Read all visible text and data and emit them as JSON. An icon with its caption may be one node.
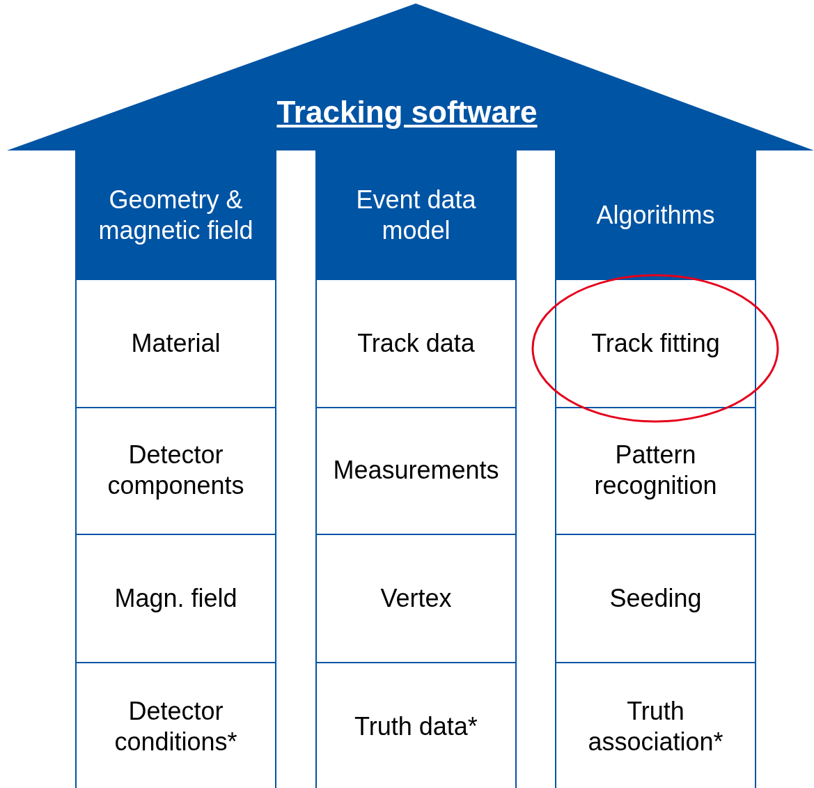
{
  "diagram": {
    "nodes": [
      {
        "text": [
          "Tracking software"
        ]
      },
      {
        "text": [
          "Geometry & magnetic field"
        ]
      },
      {
        "text": [
          "Material"
        ],
        "in": 1
      },
      {
        "text": [
          "Detector components"
        ],
        "in": 1
      },
      {
        "text": [
          "Magn. field"
        ],
        "in": 1
      },
      {
        "text": [
          "Detector conditions*"
        ],
        "in": 1
      },
      {
        "text": [
          "Event data model"
        ]
      },
      {
        "text": [
          "Track data"
        ],
        "in": 6
      },
      {
        "text": [
          "Measurements"
        ],
        "in": 6
      },
      {
        "text": [
          "Vertex"
        ],
        "in": 6
      },
      {
        "text": [
          "Truth data*"
        ],
        "in": 6
      },
      {
        "text": [
          "Algorithms"
        ]
      },
      {
        "text": [
          "Track fitting"
        ],
        "in": 11
      },
      {
        "text": [
          "Pattern recognition"
        ],
        "in": 11
      },
      {
        "text": [
          "Seeding"
        ],
        "in": 11
      },
      {
        "text": [
          "Truth association*"
        ],
        "in": 11
      }
    ],
    "edges": []
  }
}
